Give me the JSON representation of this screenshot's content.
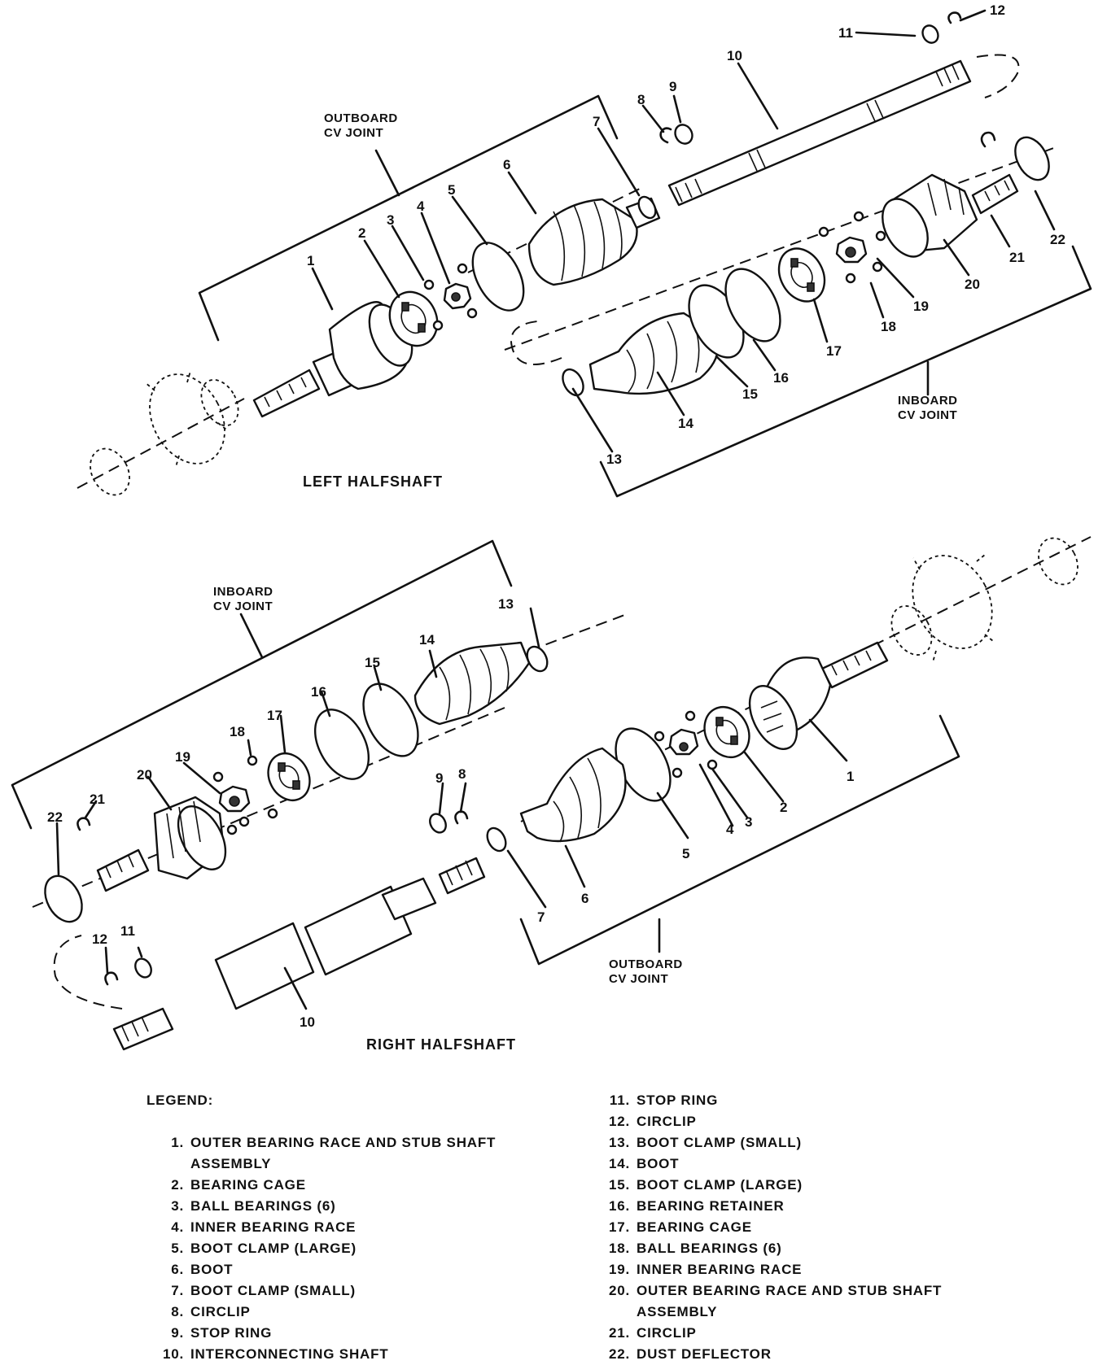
{
  "left_halfshaft": {
    "title": "LEFT HALFSHAFT",
    "outboard_label": [
      "OUTBOARD",
      "CV JOINT"
    ],
    "inboard_label": [
      "INBOARD",
      "CV JOINT"
    ]
  },
  "right_halfshaft": {
    "title": "RIGHT HALFSHAFT",
    "inboard_label": [
      "INBOARD",
      "CV JOINT"
    ],
    "outboard_label": [
      "OUTBOARD",
      "CV JOINT"
    ]
  },
  "callouts": {
    "left": [
      "1",
      "2",
      "3",
      "4",
      "5",
      "6",
      "7",
      "8",
      "9",
      "10",
      "11",
      "12",
      "13",
      "14",
      "15",
      "16",
      "17",
      "18",
      "19",
      "20",
      "21",
      "22"
    ],
    "right": [
      "1",
      "2",
      "3",
      "4",
      "5",
      "6",
      "7",
      "8",
      "9",
      "10",
      "11",
      "12",
      "13",
      "14",
      "15",
      "16",
      "17",
      "18",
      "19",
      "20",
      "21",
      "22"
    ]
  },
  "legend": {
    "title": "LEGEND:",
    "items": [
      {
        "num": "1.",
        "label": "OUTER BEARING RACE AND STUB SHAFT ASSEMBLY"
      },
      {
        "num": "2.",
        "label": "BEARING CAGE"
      },
      {
        "num": "3.",
        "label": "BALL BEARINGS (6)"
      },
      {
        "num": "4.",
        "label": "INNER BEARING RACE"
      },
      {
        "num": "5.",
        "label": "BOOT CLAMP (LARGE)"
      },
      {
        "num": "6.",
        "label": "BOOT"
      },
      {
        "num": "7.",
        "label": "BOOT CLAMP (SMALL)"
      },
      {
        "num": "8.",
        "label": "CIRCLIP"
      },
      {
        "num": "9.",
        "label": "STOP RING"
      },
      {
        "num": "10.",
        "label": "INTERCONNECTING SHAFT"
      },
      {
        "num": "11.",
        "label": "STOP RING"
      },
      {
        "num": "12.",
        "label": "CIRCLIP"
      },
      {
        "num": "13.",
        "label": "BOOT CLAMP (SMALL)"
      },
      {
        "num": "14.",
        "label": "BOOT"
      },
      {
        "num": "15.",
        "label": "BOOT CLAMP (LARGE)"
      },
      {
        "num": "16.",
        "label": "BEARING RETAINER"
      },
      {
        "num": "17.",
        "label": "BEARING CAGE"
      },
      {
        "num": "18.",
        "label": "BALL BEARINGS (6)"
      },
      {
        "num": "19.",
        "label": "INNER BEARING RACE"
      },
      {
        "num": "20.",
        "label": "OUTER BEARING RACE AND STUB SHAFT ASSEMBLY"
      },
      {
        "num": "21.",
        "label": "CIRCLIP"
      },
      {
        "num": "22.",
        "label": "DUST DEFLECTOR"
      }
    ]
  }
}
